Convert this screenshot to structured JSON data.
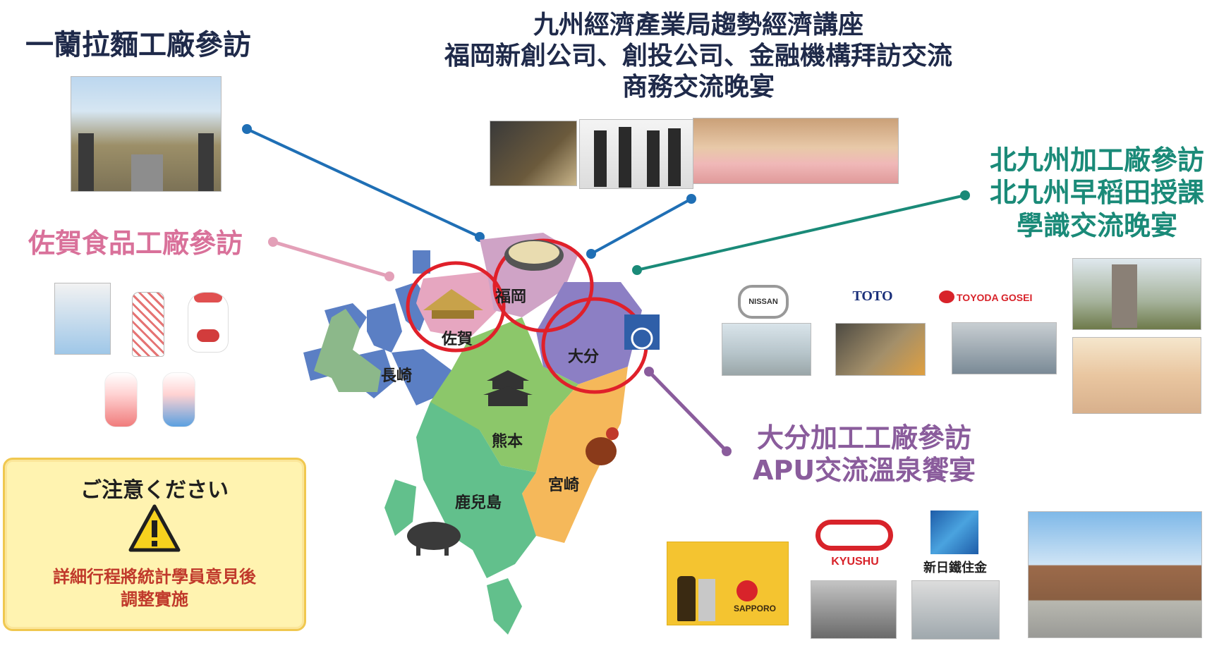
{
  "titles": {
    "ichiran": "一蘭拉麵工廠參訪",
    "fukuoka_lines": [
      "九州經濟產業局趨勢經濟講座",
      "福岡新創公司、創投公司、金融機構拜訪交流",
      "商務交流晚宴"
    ],
    "saga": "佐賀食品工廠參訪",
    "kitakyushu_lines": [
      "北九州加工廠參訪",
      "北九州早稻田授課",
      "學識交流晚宴"
    ],
    "oita_lines": [
      "大分加工工廠參訪",
      "APU交流溫泉饗宴"
    ]
  },
  "map_labels": {
    "fukuoka": "福岡",
    "saga": "佐賀",
    "oita": "大分",
    "nagasaki": "長崎",
    "kumamoto": "熊本",
    "miyazaki": "宮崎",
    "kagoshima": "鹿兒島"
  },
  "logos": {
    "nissan": "NISSAN",
    "toto": "TOTO",
    "toyoda_gosei": "TOYODA GOSEI",
    "daihatsu_kyushu": "KYUSHU",
    "nippon_steel": "新日鐵住金",
    "sapporo": "SAPPORO"
  },
  "notice": {
    "heading": "ご注意ください",
    "line1": "詳細行程將統計學員意見後",
    "line2": "調整實施"
  },
  "colors": {
    "blue_line": "#1f6fb5",
    "teal": "#1a8a78",
    "pink": "#d9719a",
    "purple": "#8a5c9c",
    "circle": "#e0202a"
  }
}
